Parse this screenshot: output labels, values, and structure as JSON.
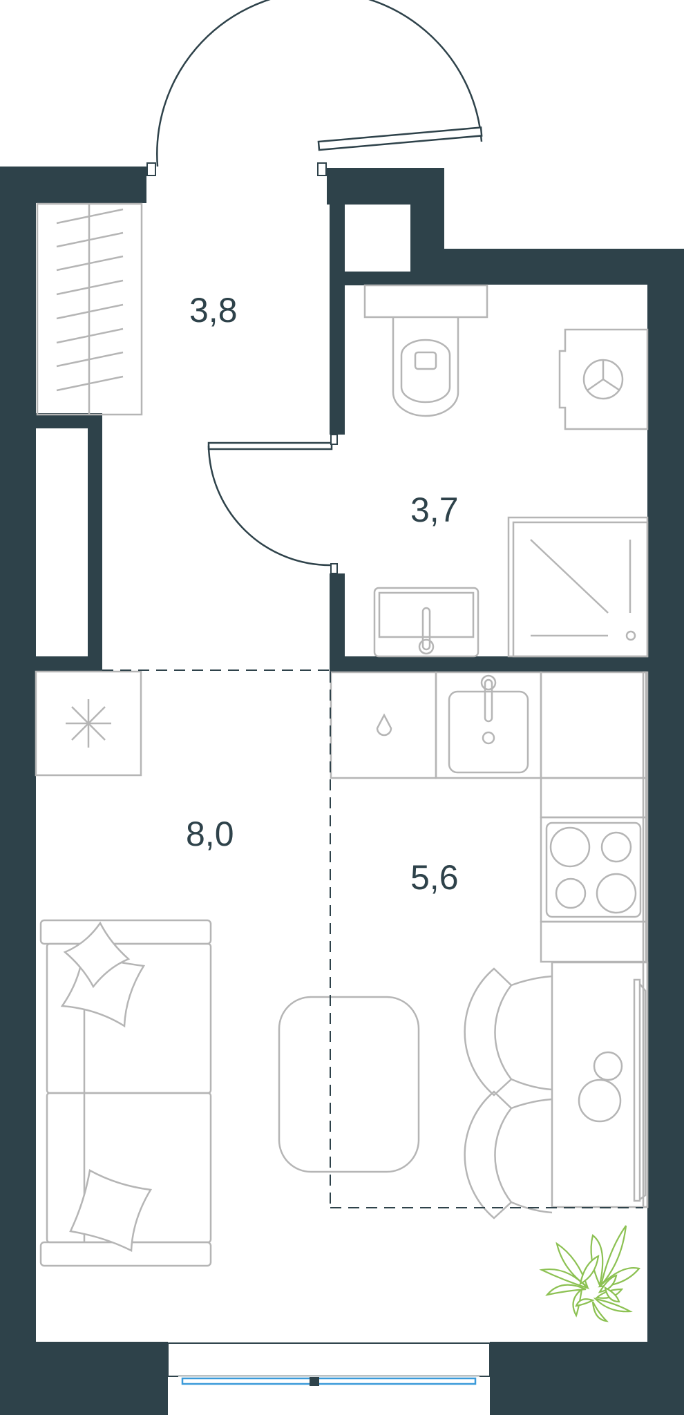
{
  "plan": {
    "rooms": [
      {
        "id": "hallway",
        "area": "3,8"
      },
      {
        "id": "bathroom",
        "area": "3,7"
      },
      {
        "id": "living-room",
        "area": "8,0"
      },
      {
        "id": "kitchen",
        "area": "5,6"
      }
    ]
  },
  "colors": {
    "wall": "#2e424a",
    "furniture_stroke": "#b5b5b5",
    "plant": "#8cc152",
    "window_glass": "#3a9ad9",
    "label": "#2e424a"
  },
  "icons": [
    "radiator-icon",
    "drop-icon",
    "stove-icon",
    "plant-icon",
    "washing-machine-icon"
  ]
}
